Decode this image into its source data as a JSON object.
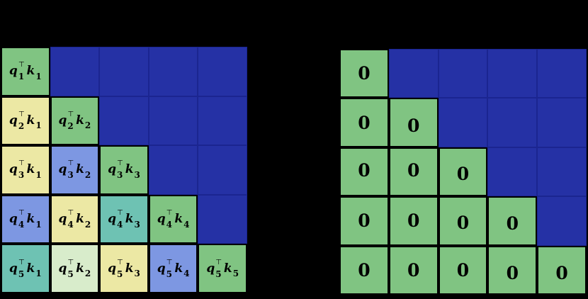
{
  "background": "#000000",
  "palette": {
    "mask_blue": "#2531a5",
    "mask_blue_border": "#1b2590",
    "green": "#80c482",
    "yellow": "#ece8a4",
    "periwinkle": "#7d97e2",
    "teal": "#6ec2b3",
    "pale_green": "#d8eccb",
    "cell_border": "#000000",
    "text": "#000000"
  },
  "left_matrix": {
    "rows": [
      [
        {
          "type": "qk",
          "q": "q",
          "q_sub": "1",
          "transpose": "⊤",
          "k": "k",
          "k_sub": "1",
          "color": "green"
        },
        {
          "type": "mask"
        },
        {
          "type": "mask"
        },
        {
          "type": "mask"
        },
        {
          "type": "mask"
        }
      ],
      [
        {
          "type": "qk",
          "q": "q",
          "q_sub": "2",
          "transpose": "⊤",
          "k": "k",
          "k_sub": "1",
          "color": "yellow"
        },
        {
          "type": "qk",
          "q": "q",
          "q_sub": "2",
          "transpose": "⊤",
          "k": "k",
          "k_sub": "2",
          "color": "green"
        },
        {
          "type": "mask"
        },
        {
          "type": "mask"
        },
        {
          "type": "mask"
        }
      ],
      [
        {
          "type": "qk",
          "q": "q",
          "q_sub": "3",
          "transpose": "⊤",
          "k": "k",
          "k_sub": "1",
          "color": "yellow"
        },
        {
          "type": "qk",
          "q": "q",
          "q_sub": "3",
          "transpose": "⊤",
          "k": "k",
          "k_sub": "2",
          "color": "periwinkle"
        },
        {
          "type": "qk",
          "q": "q",
          "q_sub": "3",
          "transpose": "⊤",
          "k": "k",
          "k_sub": "3",
          "color": "green"
        },
        {
          "type": "mask"
        },
        {
          "type": "mask"
        }
      ],
      [
        {
          "type": "qk",
          "q": "q",
          "q_sub": "4",
          "transpose": "⊤",
          "k": "k",
          "k_sub": "1",
          "color": "periwinkle"
        },
        {
          "type": "qk",
          "q": "q",
          "q_sub": "4",
          "transpose": "⊤",
          "k": "k",
          "k_sub": "2",
          "color": "yellow"
        },
        {
          "type": "qk",
          "q": "q",
          "q_sub": "4",
          "transpose": "⊤",
          "k": "k",
          "k_sub": "3",
          "color": "teal"
        },
        {
          "type": "qk",
          "q": "q",
          "q_sub": "4",
          "transpose": "⊤",
          "k": "k",
          "k_sub": "4",
          "color": "green"
        },
        {
          "type": "mask"
        }
      ],
      [
        {
          "type": "qk",
          "q": "q",
          "q_sub": "5",
          "transpose": "⊤",
          "k": "k",
          "k_sub": "1",
          "color": "teal"
        },
        {
          "type": "qk",
          "q": "q",
          "q_sub": "5",
          "transpose": "⊤",
          "k": "k",
          "k_sub": "2",
          "color": "pale_green"
        },
        {
          "type": "qk",
          "q": "q",
          "q_sub": "5",
          "transpose": "⊤",
          "k": "k",
          "k_sub": "3",
          "color": "yellow"
        },
        {
          "type": "qk",
          "q": "q",
          "q_sub": "5",
          "transpose": "⊤",
          "k": "k",
          "k_sub": "4",
          "color": "periwinkle"
        },
        {
          "type": "qk",
          "q": "q",
          "q_sub": "5",
          "transpose": "⊤",
          "k": "k",
          "k_sub": "5",
          "color": "green"
        }
      ]
    ]
  },
  "right_matrix": {
    "rows": [
      [
        {
          "type": "value",
          "text": "0",
          "color": "green"
        },
        {
          "type": "mask"
        },
        {
          "type": "mask"
        },
        {
          "type": "mask"
        },
        {
          "type": "mask"
        }
      ],
      [
        {
          "type": "value",
          "text": "0",
          "color": "green"
        },
        {
          "type": "value",
          "text": "0",
          "color": "green"
        },
        {
          "type": "mask"
        },
        {
          "type": "mask"
        },
        {
          "type": "mask"
        }
      ],
      [
        {
          "type": "value",
          "text": "0",
          "color": "green"
        },
        {
          "type": "value",
          "text": "0",
          "color": "green"
        },
        {
          "type": "value",
          "text": "0",
          "color": "green"
        },
        {
          "type": "mask"
        },
        {
          "type": "mask"
        }
      ],
      [
        {
          "type": "value",
          "text": "0",
          "color": "green"
        },
        {
          "type": "value",
          "text": "0",
          "color": "green"
        },
        {
          "type": "value",
          "text": "0",
          "color": "green"
        },
        {
          "type": "value",
          "text": "0",
          "color": "green"
        },
        {
          "type": "mask"
        }
      ],
      [
        {
          "type": "value",
          "text": "0",
          "color": "green"
        },
        {
          "type": "value",
          "text": "0",
          "color": "green"
        },
        {
          "type": "value",
          "text": "0",
          "color": "green"
        },
        {
          "type": "value",
          "text": "0",
          "color": "green"
        },
        {
          "type": "value",
          "text": "0",
          "color": "green"
        }
      ]
    ]
  }
}
